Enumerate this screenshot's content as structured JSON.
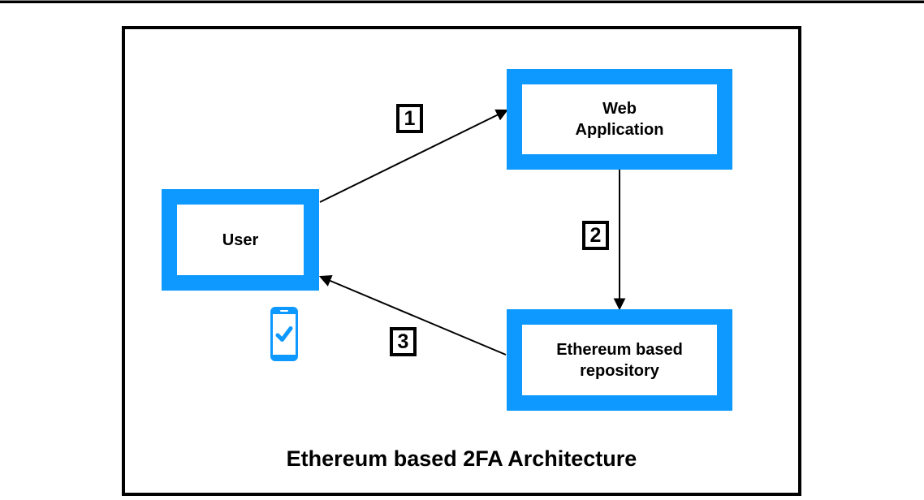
{
  "diagram": {
    "title": "Ethereum based 2FA Architecture",
    "nodes": [
      {
        "id": "user",
        "label": "User"
      },
      {
        "id": "web-application",
        "label": "Web\nApplication"
      },
      {
        "id": "ethereum-repository",
        "label": "Ethereum based\nrepository"
      }
    ],
    "edges": [
      {
        "label": "1",
        "from": "user",
        "to": "web-application"
      },
      {
        "label": "2",
        "from": "web-application",
        "to": "ethereum-repository"
      },
      {
        "label": "3",
        "from": "ethereum-repository",
        "to": "user"
      }
    ],
    "icons": [
      {
        "name": "phone-check-icon"
      }
    ],
    "colors": {
      "node_accent": "#0D99FF",
      "line": "#000000",
      "background": "#FFFFFF"
    }
  }
}
